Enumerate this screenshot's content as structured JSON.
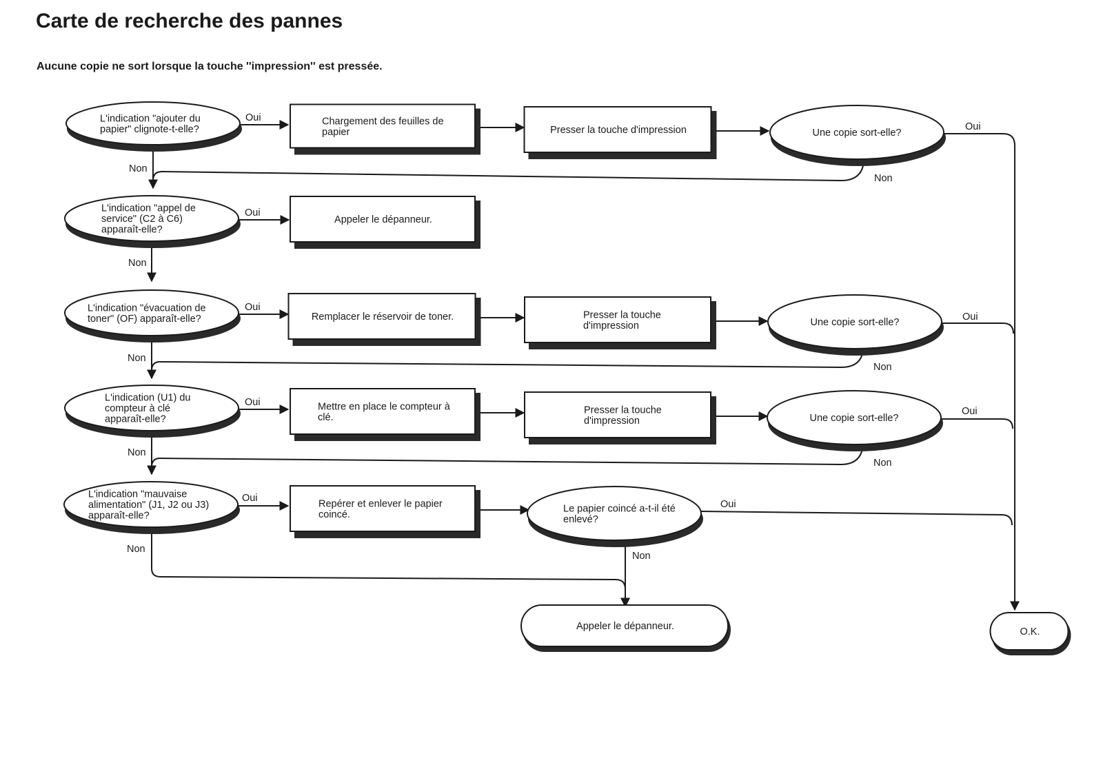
{
  "page": {
    "title": "Carte de recherche des pannes",
    "subtitle": "Aucune copie ne sort lorsque la touche ''impression'' est pressée."
  },
  "labels": {
    "yes": "Oui",
    "no": "Non"
  },
  "colors": {
    "ink": "#1a1a1a",
    "shadow": "#2a2a2a",
    "paper": "#ffffff"
  },
  "nodes": {
    "q_paper": [
      "L'indication \"ajouter du",
      "papier\" clignote-t-elle?"
    ],
    "a_load_paper": [
      "Chargement des feuilles de",
      "papier"
    ],
    "a_press_1": [
      "Presser la touche d'impression"
    ],
    "q_copy_1": [
      "Une copie sort-elle?"
    ],
    "q_service": [
      "L'indication \"appel de",
      "service\" (C2 à C6)",
      "apparaît-elle?"
    ],
    "a_call_1": [
      "Appeler le dépanneur."
    ],
    "q_toner": [
      "L'indication \"évacuation de",
      "toner\" (OF) apparaît-elle?"
    ],
    "a_toner": [
      "Remplacer le réservoir de toner."
    ],
    "a_press_2": [
      "Presser la touche",
      "d'impression"
    ],
    "q_copy_2": [
      "Une copie sort-elle?"
    ],
    "q_counter": [
      "L'indication (U1) du",
      "compteur à clé",
      "apparaît-elle?"
    ],
    "a_counter": [
      "Mettre en place le compteur à",
      "clé."
    ],
    "a_press_3": [
      "Presser la touche",
      "d'impression"
    ],
    "q_copy_3": [
      "Une copie sort-elle?"
    ],
    "q_feed": [
      "L'indication \"mauvaise",
      "alimentation\" (J1, J2 ou J3)",
      "apparaît-elle?"
    ],
    "a_jam": [
      "Repérer et enlever le papier",
      "coincé."
    ],
    "q_jam_removed": [
      "Le papier coincé a-t-il été",
      "enlevé?"
    ],
    "t_call": [
      "Appeler le dépanneur."
    ],
    "t_ok": [
      "O.K."
    ]
  }
}
